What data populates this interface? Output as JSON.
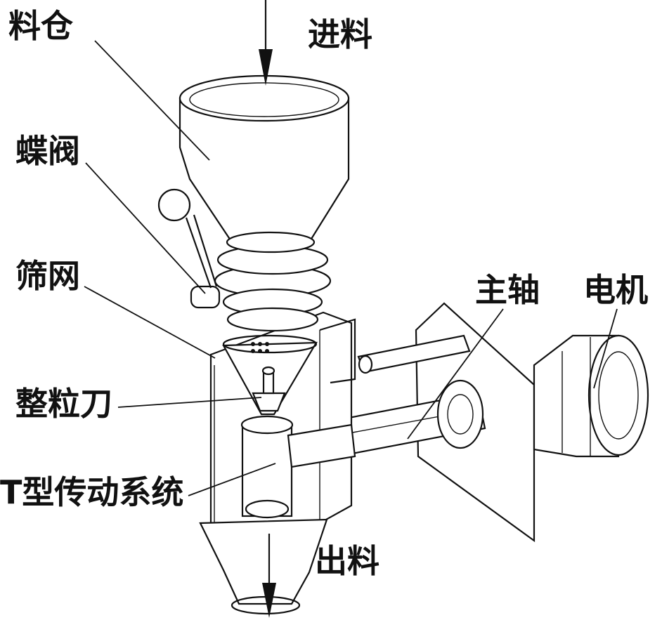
{
  "labels": {
    "hopper": "料仓",
    "feed_in": "进料",
    "butterfly_valve": "蝶阀",
    "screen": "筛网",
    "main_shaft": "主轴",
    "motor": "电机",
    "granulating_blade": "整粒刀",
    "t_drive": "T型传动系统",
    "discharge": "出料"
  },
  "colors": {
    "line": "#111111",
    "background": "#ffffff"
  }
}
